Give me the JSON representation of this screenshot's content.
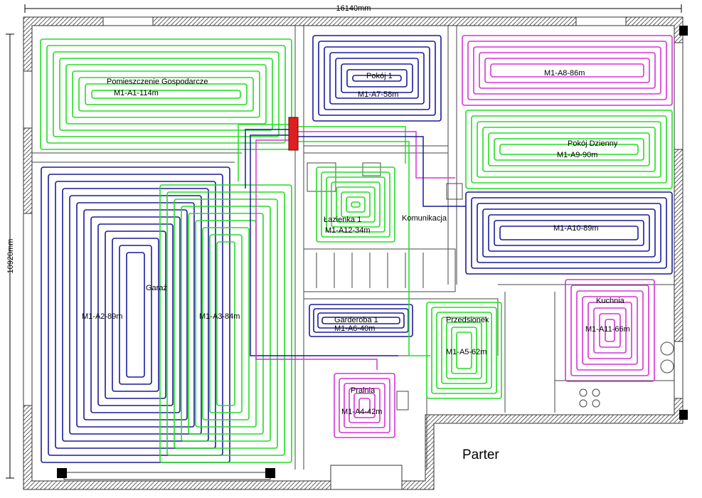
{
  "plan": {
    "title": "Parter",
    "width_dim": "16140mm",
    "height_dim": "10920mm"
  },
  "colors": {
    "green": "#22dd22",
    "blue": "#1a1a9c",
    "magenta": "#d633d6",
    "wall": "#333333",
    "manifold": "#e02020"
  },
  "rooms": [
    {
      "id": "gospodarcze",
      "name": "Pomieszczenie Gospodarcze",
      "loop": "M1-A1-114m",
      "color": "green"
    },
    {
      "id": "garaz",
      "name": "Garaż",
      "loop_a": "M1-A2-89m",
      "loop_b": "M1-A3-84m"
    },
    {
      "id": "pokoj1",
      "name": "Pokój 1",
      "loop": "M1-A7-58m",
      "color": "blue"
    },
    {
      "id": "lazienka",
      "name": "Łazienka 1",
      "loop": "M1-A12-34m",
      "color": "green"
    },
    {
      "id": "komunikacja",
      "name": "Komunikacja"
    },
    {
      "id": "garderoba",
      "name": "Garderoba 1",
      "loop": "M1-A6-40m",
      "color": "blue"
    },
    {
      "id": "pralnia",
      "name": "Pralnia",
      "loop": "M1-A4-42m",
      "color": "magenta"
    },
    {
      "id": "przedsionek",
      "name": "Przedsionek",
      "loop": "M1-A5-62m",
      "color": "green"
    },
    {
      "id": "a8",
      "loop": "M1-A8-86m",
      "color": "magenta"
    },
    {
      "id": "dzienny",
      "name": "Pokój Dzienny",
      "loop": "M1-A9-90m",
      "color": "green"
    },
    {
      "id": "a10",
      "loop": "M1-A10-89m",
      "color": "blue"
    },
    {
      "id": "kuchnia",
      "name": "Kuchnia",
      "loop": "M1-A11-66m",
      "color": "magenta"
    }
  ]
}
